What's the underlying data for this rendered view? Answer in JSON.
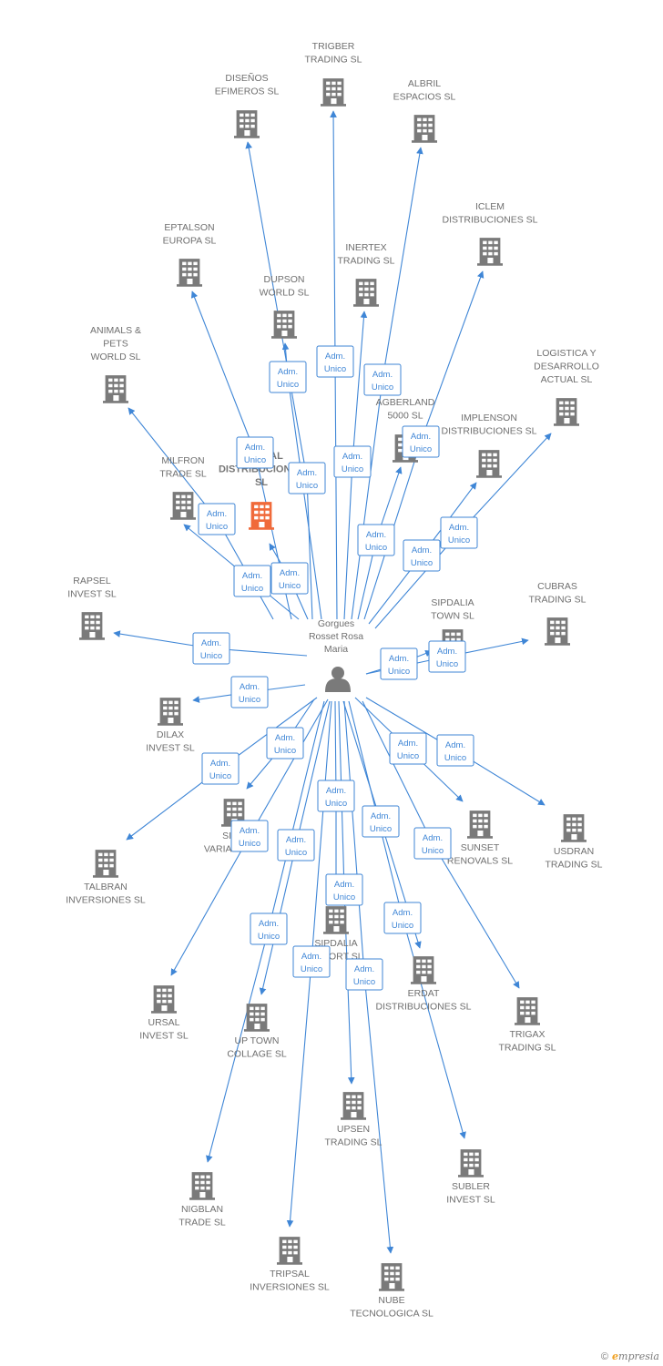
{
  "center": {
    "name_lines": [
      "Gorgues",
      "Rosset Rosa",
      "Maria"
    ],
    "icon": "person-icon"
  },
  "badge": {
    "line1": "Adm.",
    "line2": "Unico"
  },
  "colors": {
    "edge": "#3f86d6",
    "building": "#7a7a7a",
    "highlight": "#f06a3a"
  },
  "companies": [
    {
      "id": "trigber",
      "lines": [
        "TRIGBER",
        "TRADING SL"
      ]
    },
    {
      "id": "disenos",
      "lines": [
        "DISEÑOS",
        "EFIMEROS SL"
      ]
    },
    {
      "id": "albril",
      "lines": [
        "ALBRIL",
        "ESPACIOS SL"
      ]
    },
    {
      "id": "iclem",
      "lines": [
        "ICLEM",
        "DISTRIBUCIONES SL"
      ]
    },
    {
      "id": "eptalson",
      "lines": [
        "EPTALSON",
        "EUROPA SL"
      ]
    },
    {
      "id": "inertex",
      "lines": [
        "INERTEX",
        "TRADING SL"
      ]
    },
    {
      "id": "dupson",
      "lines": [
        "DUPSON",
        "WORLD SL"
      ]
    },
    {
      "id": "animals",
      "lines": [
        "ANIMALS &",
        "PETS",
        "WORLD SL"
      ]
    },
    {
      "id": "logistica",
      "lines": [
        "LOGISTICA Y",
        "DESARROLLO",
        "ACTUAL SL"
      ]
    },
    {
      "id": "agberland",
      "lines": [
        "AGBERLAND",
        "5000 SL"
      ]
    },
    {
      "id": "implenson",
      "lines": [
        "IMPLENSON",
        "DISTRIBUCIONES SL"
      ]
    },
    {
      "id": "milfron",
      "lines": [
        "MILFRON",
        "TRADE SL"
      ]
    },
    {
      "id": "main",
      "lines": [
        "LIBERAL",
        "DISTRIBUCIONES",
        "SL"
      ],
      "highlight": true
    },
    {
      "id": "rapsel",
      "lines": [
        "RAPSEL",
        "INVEST SL"
      ]
    },
    {
      "id": "cubras",
      "lines": [
        "CUBRAS",
        "TRADING SL"
      ]
    },
    {
      "id": "sipdalia_town",
      "lines": [
        "SIPDALIA",
        "TOWN SL"
      ]
    },
    {
      "id": "dilax",
      "lines": [
        "DILAX",
        "INVEST SL"
      ]
    },
    {
      "id": "sime",
      "lines": [
        "SIME",
        "VARIABLE SL"
      ]
    },
    {
      "id": "sunset",
      "lines": [
        "SUNSET",
        "RENOVALS SL"
      ]
    },
    {
      "id": "usdran",
      "lines": [
        "USDRAN",
        "TRADING SL"
      ]
    },
    {
      "id": "talbran",
      "lines": [
        "TALBRAN",
        "INVERSIONES SL"
      ]
    },
    {
      "id": "sipdalia_res",
      "lines": [
        "SIPDALIA",
        "RESORT SL"
      ]
    },
    {
      "id": "erdat",
      "lines": [
        "ERDAT",
        "DISTRIBUCIONES SL"
      ]
    },
    {
      "id": "ursal",
      "lines": [
        "URSAL",
        "INVEST SL"
      ]
    },
    {
      "id": "uptown",
      "lines": [
        "UP TOWN",
        "COLLAGE SL"
      ]
    },
    {
      "id": "trigax",
      "lines": [
        "TRIGAX",
        "TRADING SL"
      ]
    },
    {
      "id": "upsen",
      "lines": [
        "UPSEN",
        "TRADING SL"
      ]
    },
    {
      "id": "subler",
      "lines": [
        "SUBLER",
        "INVEST SL"
      ]
    },
    {
      "id": "nigblan",
      "lines": [
        "NIGBLAN",
        "TRADE SL"
      ]
    },
    {
      "id": "tripsal",
      "lines": [
        "TRIPSAL",
        "INVERSIONES SL"
      ]
    },
    {
      "id": "nube",
      "lines": [
        "NUBE",
        "TECNOLOGICA SL"
      ]
    }
  ],
  "footer": {
    "copyright": "©",
    "brand_initial": "e",
    "brand_rest": "mpresia"
  }
}
